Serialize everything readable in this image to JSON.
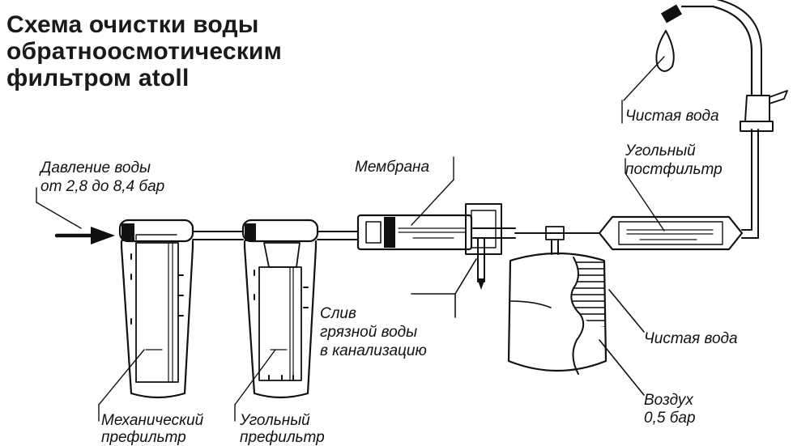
{
  "title_lines": [
    "Схема очистки воды",
    "обратноосмотическим",
    "фильтром atoll"
  ],
  "labels": {
    "pressure": [
      "Давление воды",
      "от 2,8 до 8,4 бар"
    ],
    "membrane": "Мембрана",
    "carbon_post": [
      "Угольный",
      "постфильтр"
    ],
    "clean_water_tap": "Чистая вода",
    "drain": [
      "Слив",
      "грязной воды",
      "в канализацию"
    ],
    "clean_water_tank": "Чистая вода",
    "air": [
      "Воздух",
      "0,5 бар"
    ],
    "mech_pre": [
      "Механический",
      "префильтр"
    ],
    "carbon_pre": [
      "Угольный",
      "префильтр"
    ]
  }
}
